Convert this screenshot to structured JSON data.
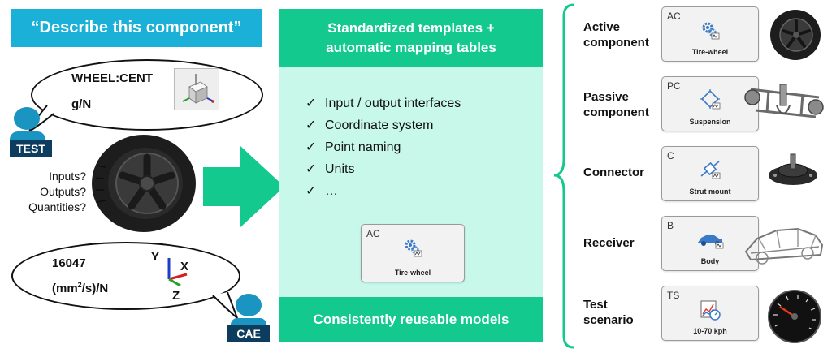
{
  "left": {
    "banner": "“Describe this component”",
    "test_bubble": {
      "line1": "WHEEL:CENT",
      "line2": "g/N"
    },
    "test_role": "TEST",
    "questions": [
      "Inputs?",
      "Outputs?",
      "Quantities?"
    ],
    "cae_bubble": {
      "line1": "16047",
      "line2_pre": "(mm",
      "line2_sup": "2",
      "line2_post": "/s)/N",
      "axis_y": "Y",
      "axis_x": "X",
      "axis_z": "Z"
    },
    "cae_role": "CAE"
  },
  "middle": {
    "header_line1": "Standardized templates +",
    "header_line2": "automatic mapping tables",
    "checklist": [
      "Input / output interfaces",
      "Coordinate system",
      "Point naming",
      "Units",
      "…"
    ],
    "tick": "✓",
    "example_card": {
      "code": "AC",
      "label": "Tire-wheel"
    },
    "footer": "Consistently reusable models"
  },
  "right": {
    "categories": [
      {
        "label_line1": "Active",
        "label_line2": "component",
        "code": "AC",
        "card_label": "Tire-wheel",
        "icon": "gear-icon"
      },
      {
        "label_line1": "Passive",
        "label_line2": "component",
        "code": "PC",
        "card_label": "Suspension",
        "icon": "chip-icon"
      },
      {
        "label_line1": "Connector",
        "label_line2": "",
        "code": "C",
        "card_label": "Strut mount",
        "icon": "connector-icon"
      },
      {
        "label_line1": "Receiver",
        "label_line2": "",
        "code": "B",
        "card_label": "Body",
        "icon": "car-icon"
      },
      {
        "label_line1": "Test",
        "label_line2": "scenario",
        "code": "TS",
        "card_label": "10-70 kph",
        "icon": "speed-chart-icon"
      }
    ]
  },
  "colors": {
    "cyan": "#1ab0d8",
    "green": "#13c98e",
    "mint": "#c8f8ea",
    "navy": "#0d3d5e",
    "person": "#1a94c0"
  }
}
